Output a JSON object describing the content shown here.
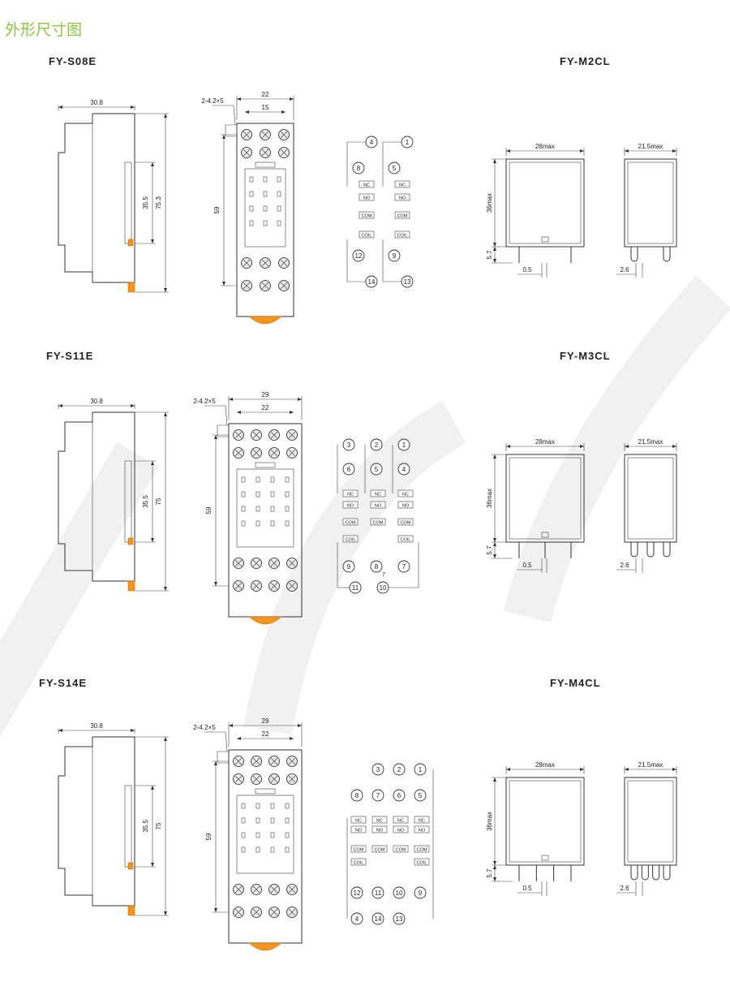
{
  "page_title": "外形尺寸图",
  "sockets": [
    {
      "model": "FY-S08E",
      "side_width": "30.8",
      "side_height_inner": "35.5",
      "side_height_total": "75.3",
      "front_width_outer": "22",
      "front_width_inner": "15",
      "mount_hole": "2-4.2×5",
      "front_height": "59",
      "circuit": {
        "columns": [
          {
            "top": "4",
            "mid": "8",
            "bottom": [
              "12",
              "14"
            ]
          },
          {
            "top": "1",
            "mid": "5",
            "bottom": [
              "9",
              "13"
            ]
          }
        ],
        "labels": {
          "nc": "NC",
          "no": "NO",
          "com": "COM",
          "coil": "COIL"
        }
      }
    },
    {
      "model": "FY-S11E",
      "side_width": "30.8",
      "side_height_inner": "35.5",
      "side_height_total": "75",
      "front_width_outer": "29",
      "front_width_inner": "22",
      "mount_hole": "2-4.2×5",
      "front_height": "59",
      "circuit": {
        "tops": [
          "3",
          "2",
          "1"
        ],
        "mids": [
          "6",
          "5",
          "4"
        ],
        "bottoms": [
          "9",
          "8",
          "7"
        ],
        "lower": [
          "11",
          "10"
        ],
        "extra": "7",
        "labels": {
          "nc": "NC",
          "no": "NO",
          "com": "COM",
          "coil": "COIL"
        }
      }
    },
    {
      "model": "FY-S14E",
      "side_width": "30.8",
      "side_height_inner": "35.5",
      "side_height_total": "75",
      "front_width_outer": "29",
      "front_width_inner": "22",
      "mount_hole": "2-4.2×5",
      "front_height": "59",
      "circuit": {
        "tops": [
          "3",
          "2",
          "1"
        ],
        "mids": [
          "8",
          "7",
          "6",
          "5"
        ],
        "bottoms": [
          "12",
          "11",
          "10",
          "9"
        ],
        "lower": [
          "4",
          "14",
          "13"
        ],
        "labels": {
          "nc": "NC",
          "no": "NO",
          "com": "COM",
          "coil": "COIL"
        }
      }
    }
  ],
  "relays": [
    {
      "model": "FY-M2CL",
      "width": "28max",
      "depth": "21.5max",
      "height": "36max",
      "pin_length": "5.7",
      "pin_offset": "0.5",
      "pin_width": "2.6",
      "pins": 2
    },
    {
      "model": "FY-M3CL",
      "width": "28max",
      "depth": "21.5max",
      "height": "36max",
      "pin_length": "5.7",
      "pin_offset": "0.5",
      "pin_width": "2.6",
      "pins": 3
    },
    {
      "model": "FY-M4CL",
      "width": "28max",
      "depth": "21.5max",
      "height": "36max",
      "pin_length": "5.7",
      "pin_offset": "0.5",
      "pin_width": "2.6",
      "pins": 4
    }
  ],
  "colors": {
    "title_green": "#8cc63f",
    "latch_orange": "#f7941d"
  }
}
